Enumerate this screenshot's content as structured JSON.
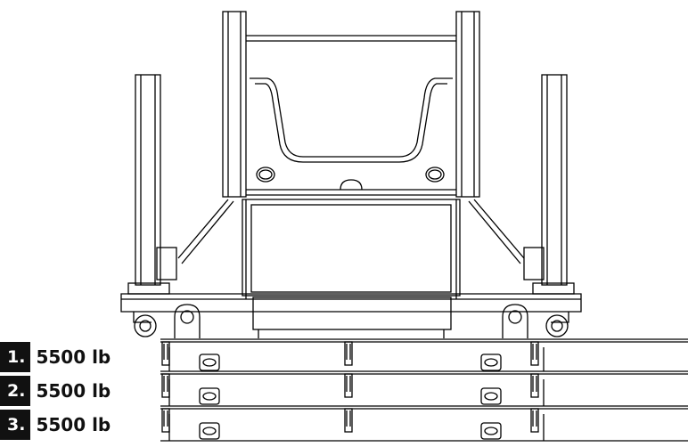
{
  "rows": [
    {
      "number": "1.",
      "load": "5500 lb"
    },
    {
      "number": "2.",
      "load": "5500 lb"
    },
    {
      "number": "3.",
      "load": "5500 lb"
    }
  ]
}
